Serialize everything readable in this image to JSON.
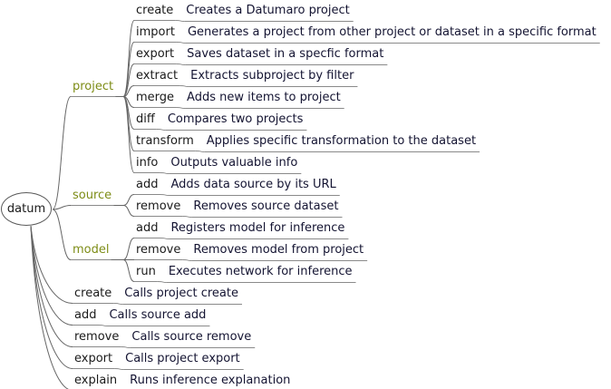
{
  "diagram": {
    "type": "mindmap",
    "root": {
      "label": "datum",
      "shape": "ellipse"
    },
    "colors": {
      "branch_label": "#7d8c16",
      "command_label": "#1a1a1a",
      "description": "#141432",
      "edge": "#666666",
      "underline": "#8a8a8a",
      "background": "#ffffff"
    },
    "groups": [
      {
        "name": "project",
        "label": "project",
        "children": [
          {
            "label": "create",
            "desc": "Creates a Datumaro project"
          },
          {
            "label": "import",
            "desc": "Generates a project from other project or dataset in a specific format"
          },
          {
            "label": "export",
            "desc": "Saves dataset in a specfic format"
          },
          {
            "label": "extract",
            "desc": "Extracts subproject by filter"
          },
          {
            "label": "merge",
            "desc": "Adds new items to project"
          },
          {
            "label": "diff",
            "desc": "Compares two projects"
          },
          {
            "label": "transform",
            "desc": "Applies specific transformation to the dataset"
          },
          {
            "label": "info",
            "desc": "Outputs valuable info"
          }
        ]
      },
      {
        "name": "source",
        "label": "source",
        "children": [
          {
            "label": "add",
            "desc": "Adds data source by its URL"
          },
          {
            "label": "remove",
            "desc": "Removes source dataset"
          }
        ]
      },
      {
        "name": "model",
        "label": "model",
        "children": [
          {
            "label": "add",
            "desc": "Registers model for inference"
          },
          {
            "label": "remove",
            "desc": "Removes model from project"
          },
          {
            "label": "run",
            "desc": "Executes network for inference"
          }
        ]
      }
    ],
    "direct": [
      {
        "label": "create",
        "desc": "Calls project create"
      },
      {
        "label": "add",
        "desc": "Calls source add"
      },
      {
        "label": "remove",
        "desc": "Calls source remove"
      },
      {
        "label": "export",
        "desc": "Calls project export"
      },
      {
        "label": "explain",
        "desc": "Runs inference explanation"
      }
    ]
  }
}
